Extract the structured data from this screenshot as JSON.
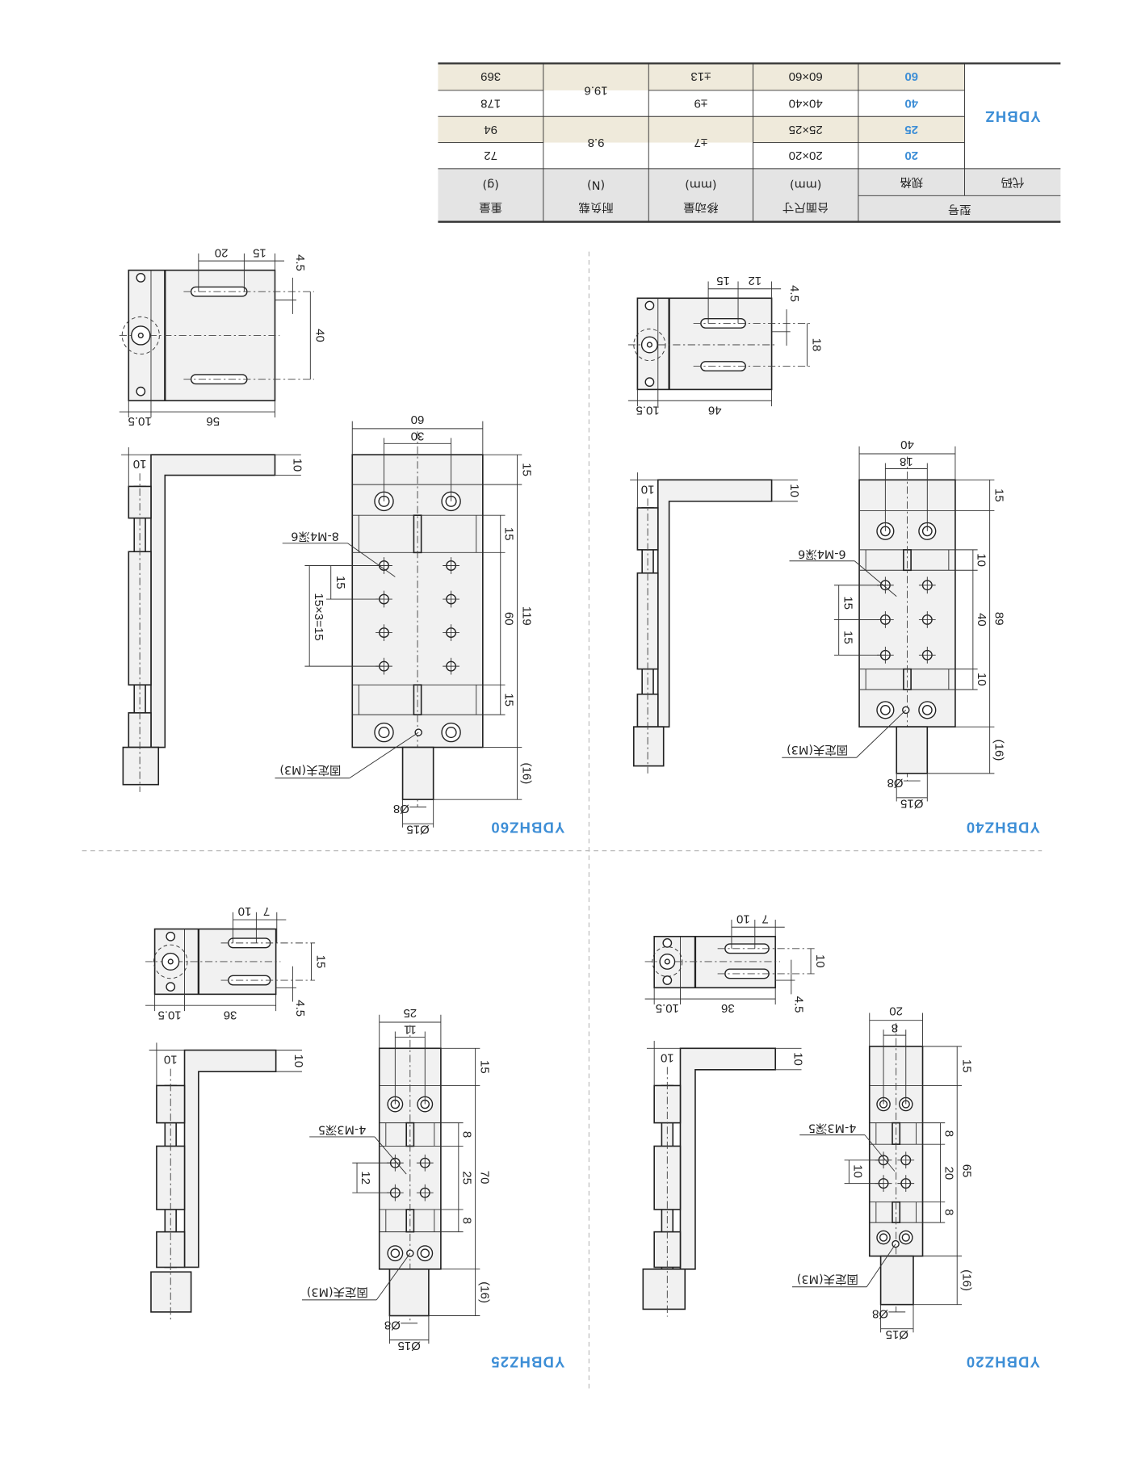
{
  "table": {
    "headers": {
      "model": "型号",
      "code": "代码",
      "spec": "规格",
      "table_size": "台面尺寸",
      "table_size_unit": "(mm)",
      "travel": "移动量",
      "travel_unit": "(mm)",
      "load": "耐负载",
      "load_unit": "(N)",
      "weight": "重量",
      "weight_unit": "(g)"
    },
    "code": "YDBHZ",
    "rows": [
      {
        "spec": "20",
        "size": "20×20",
        "weight": "72"
      },
      {
        "spec": "25",
        "size": "25×25",
        "weight": "94"
      },
      {
        "spec": "40",
        "size": "40×40",
        "weight": "178"
      },
      {
        "spec": "60",
        "size": "60×60",
        "weight": "369"
      }
    ],
    "travel": {
      "r20_25": "±7",
      "r40": "±9",
      "r60": "±13"
    },
    "load": {
      "r20_25": "9.8",
      "r40_60": "19.6"
    }
  },
  "panels": {
    "p60": {
      "title": "YDBHZ60",
      "top": {
        "d1": "20",
        "d2": "15",
        "off": "4.5",
        "pitch": "40",
        "hinge": "10.5",
        "len": "56"
      },
      "side": {
        "t1": "10",
        "t2": "10"
      },
      "front": {
        "width": "60",
        "span": "30",
        "top": "15",
        "total": "119",
        "rail1": "15",
        "carriage": "60",
        "rail2": "15",
        "knob_len": "(16)",
        "thread": "8-M4深6",
        "pitch1": "15",
        "pitch2": "15×3=15",
        "lock": "固定夫(M3)",
        "shaft": "Ø8",
        "knob": "Ø15"
      }
    },
    "p40": {
      "title": "YDBHZ40",
      "top": {
        "d1": "15",
        "d2": "12",
        "off": "4.5",
        "pitch": "18",
        "hinge": "10.5",
        "len": "46"
      },
      "side": {
        "t1": "10",
        "t2": "10"
      },
      "front": {
        "width": "40",
        "span": "18",
        "top": "15",
        "total": "89",
        "rail1": "10",
        "carriage": "40",
        "rail2": "10",
        "knob_len": "(16)",
        "thread": "6-M4深6",
        "pitch1": "15",
        "pitch2": "15",
        "lock": "固定夫(M3)",
        "shaft": "Ø8",
        "knob": "Ø15"
      }
    },
    "p25": {
      "title": "YDBHZ25",
      "top": {
        "d1": "10",
        "d2": "7",
        "off": "4.5",
        "pitch": "15",
        "hinge": "10.5",
        "len": "36"
      },
      "side": {
        "t1": "10",
        "t2": "10"
      },
      "front": {
        "width": "25",
        "span": "11",
        "top": "15",
        "total": "70",
        "rail1": "8",
        "carriage": "25",
        "rail2": "8",
        "knob_len": "(16)",
        "thread": "4-M3深5",
        "pitch1": "12",
        "lock": "固定夫(M3)",
        "shaft": "Ø8",
        "knob": "Ø15"
      }
    },
    "p20": {
      "title": "YDBHZ20",
      "top": {
        "d1": "10",
        "d2": "7",
        "off": "4.5",
        "pitch": "10",
        "hinge": "10.5",
        "len": "36"
      },
      "side": {
        "t1": "10",
        "t2": "10"
      },
      "front": {
        "width": "20",
        "span": "8",
        "top": "15",
        "total": "65",
        "rail1": "8",
        "carriage": "20",
        "rail2": "8",
        "knob_len": "(16)",
        "thread": "4-M3深5",
        "pitch1": "10",
        "lock": "固定夫(M3)",
        "shaft": "Ø8",
        "knob": "Ø15"
      }
    }
  },
  "colors": {
    "accent": "#3d8ed6",
    "row_shade": "#efeadb",
    "header_bg": "#e4e4e4"
  }
}
